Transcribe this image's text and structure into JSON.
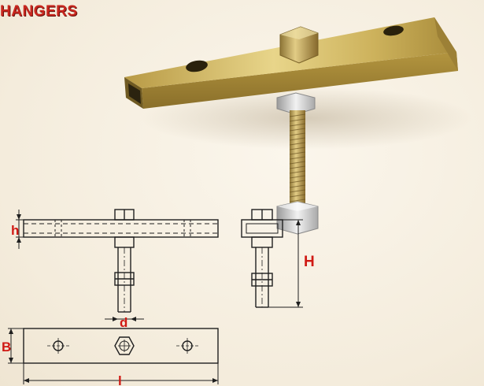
{
  "title": "HANGERS",
  "labels": {
    "h": "h",
    "H": "H",
    "d": "d",
    "B": "B",
    "L": "l"
  },
  "colors": {
    "title": "#c8261e",
    "dimension": "#d01a14",
    "background": "#f6efe2",
    "metal": "#c9ad55"
  }
}
